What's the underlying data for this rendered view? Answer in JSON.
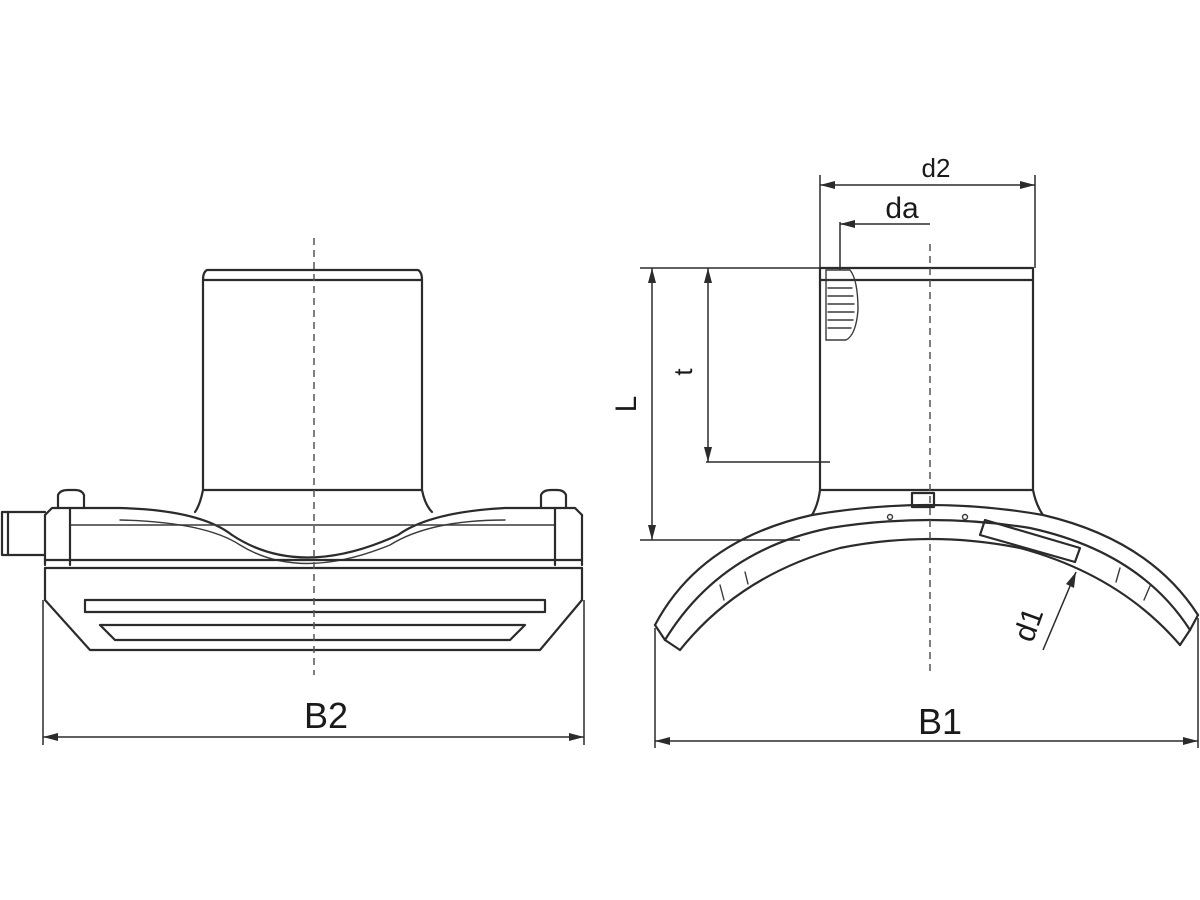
{
  "drawing": {
    "front_view": {
      "width_label": "B2"
    },
    "side_view": {
      "outer_diameter_label": "d2",
      "inner_diameter_label": "da",
      "length_label": "L",
      "depth_label": "t",
      "pipe_diameter_label": "d1",
      "width_label": "B1"
    },
    "colors": {
      "line": "#2b2b2b",
      "background": "#ffffff"
    }
  }
}
